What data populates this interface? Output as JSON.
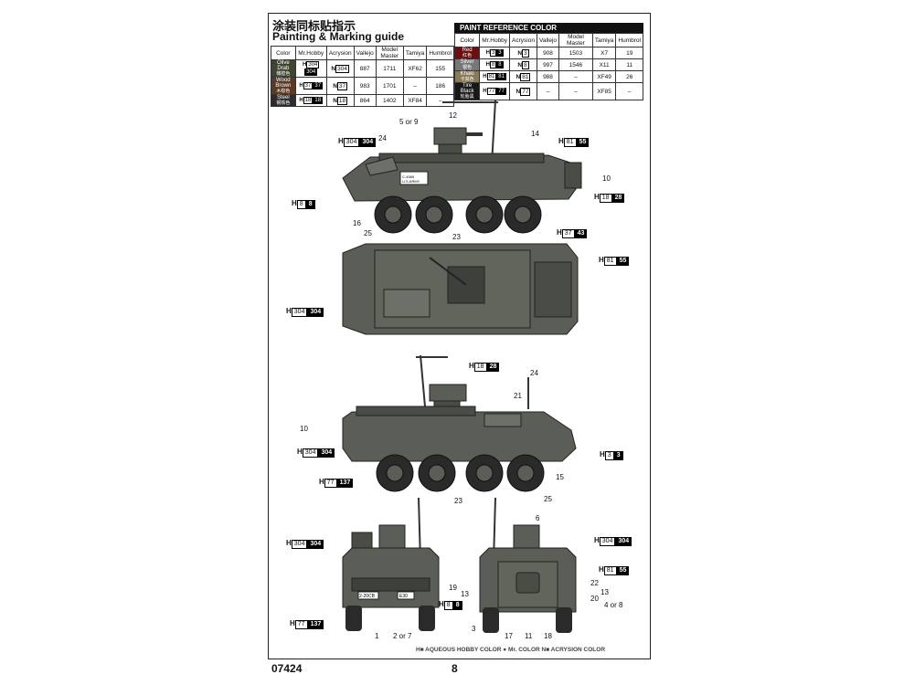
{
  "header": {
    "title_cn": "涂装同标贴指示",
    "title_en": "Painting & Marking guide"
  },
  "paint_table": {
    "headers": [
      "Color",
      "Mr.Hobby",
      "Acrysion",
      "Vallejo",
      "Model Master",
      "Tamiya",
      "Humbrol"
    ],
    "rows": [
      {
        "color": "Olive Drab",
        "color_cn": "橄榄色",
        "h": "304",
        "a": "304",
        "vallejo": "887",
        "mm": "1711",
        "tamiya": "XF62",
        "humbrol": "155",
        "bg": "#3f4530"
      },
      {
        "color": "Wood Brown",
        "color_cn": "木棕色",
        "h": "37",
        "a": "37",
        "vallejo": "983",
        "mm": "1701",
        "tamiya": "–",
        "humbrol": "186",
        "bg": "#5a3a24"
      },
      {
        "color": "Steel",
        "color_cn": "钢铁色",
        "h": "18",
        "a": "18",
        "vallejo": "864",
        "mm": "1402",
        "tamiya": "XF84",
        "humbrol": "–",
        "bg": "#2c2c2c"
      }
    ]
  },
  "reference_table": {
    "title": "PAINT REFERENCE COLOR",
    "headers": [
      "Color",
      "Mr.Hobby",
      "Acrysion",
      "Vallejo",
      "Model Master",
      "Tamiya",
      "Humbrol"
    ],
    "rows": [
      {
        "color": "Red",
        "color_cn": "红色",
        "h": "3",
        "a": "3",
        "vallejo": "908",
        "mm": "1503",
        "tamiya": "X7",
        "humbrol": "19",
        "bg": "#6a1010"
      },
      {
        "color": "Silver",
        "color_cn": "银色",
        "h": "8",
        "a": "8",
        "vallejo": "997",
        "mm": "1546",
        "tamiya": "X11",
        "humbrol": "11",
        "bg": "#777777"
      },
      {
        "color": "Khaki",
        "color_cn": "卡其色",
        "h": "81",
        "a": "81",
        "vallejo": "988",
        "mm": "–",
        "tamiya": "XF49",
        "humbrol": "26",
        "bg": "#8a7a58"
      },
      {
        "color": "Tire Black",
        "color_cn": "轮胎黑",
        "h": "77",
        "a": "77",
        "vallejo": "–",
        "mm": "–",
        "tamiya": "XF85",
        "humbrol": "–",
        "bg": "#181818"
      }
    ]
  },
  "callouts": {
    "c12": "12",
    "c5or9": "5 or 9",
    "c24a": "24",
    "c14": "14",
    "c10a": "10",
    "c16": "16",
    "c25a": "25",
    "c23a": "23",
    "c24b": "24",
    "c21": "21",
    "c10b": "10",
    "c15": "15",
    "c25b": "25",
    "c23b": "23",
    "c6": "6",
    "c19": "19",
    "c13a": "13",
    "c22": "22",
    "c13b": "13",
    "c20": "20",
    "c4or8": "4 or 8",
    "c3": "3",
    "c1": "1",
    "c2or7": "2 or 7",
    "c17": "17",
    "c11": "11",
    "c18": "18"
  },
  "codes": {
    "s1_h304": {
      "h": "H",
      "w": "304",
      "k": "304"
    },
    "s1_h81": {
      "h": "H",
      "w": "81",
      "k": "55"
    },
    "s1_h8": {
      "h": "H",
      "w": "8",
      "k": "8"
    },
    "s1_h18": {
      "h": "H",
      "w": "18",
      "k": "28"
    },
    "s1_h37": {
      "h": "H",
      "w": "37",
      "k": "43"
    },
    "t_h81": {
      "h": "H",
      "w": "81",
      "k": "55"
    },
    "t_h304": {
      "h": "H",
      "w": "304",
      "k": "304"
    },
    "s2_h18": {
      "h": "H",
      "w": "18",
      "k": "28"
    },
    "s2_h304": {
      "h": "H",
      "w": "304",
      "k": "304"
    },
    "s2_h3": {
      "h": "H",
      "w": "3",
      "k": "3"
    },
    "s2_h77": {
      "h": "H",
      "w": "77",
      "k": "137"
    },
    "f_h304": {
      "h": "H",
      "w": "304",
      "k": "304"
    },
    "f_h77": {
      "h": "H",
      "w": "77",
      "k": "137"
    },
    "r_h304": {
      "h": "H",
      "w": "304",
      "k": "304"
    },
    "r_h81": {
      "h": "H",
      "w": "81",
      "k": "55"
    },
    "r_h8": {
      "h": "H",
      "w": "8",
      "k": "8"
    }
  },
  "markings": {
    "front_plate_left": "2-20CB",
    "front_plate_right": "E30",
    "side_text_1": "C-4589",
    "side_text_2": "U.S.ARMY"
  },
  "footer": {
    "legend": "H■ AQUEOUS HOBBY COLOR   ● Mr. COLOR   N■ ACRYSION COLOR",
    "product_code": "07424",
    "page_number": "8"
  },
  "colors": {
    "vehicle": "#5b5e56",
    "vehicle_dark": "#3e413b",
    "tire": "#2a2a2a",
    "line": "#222222"
  }
}
